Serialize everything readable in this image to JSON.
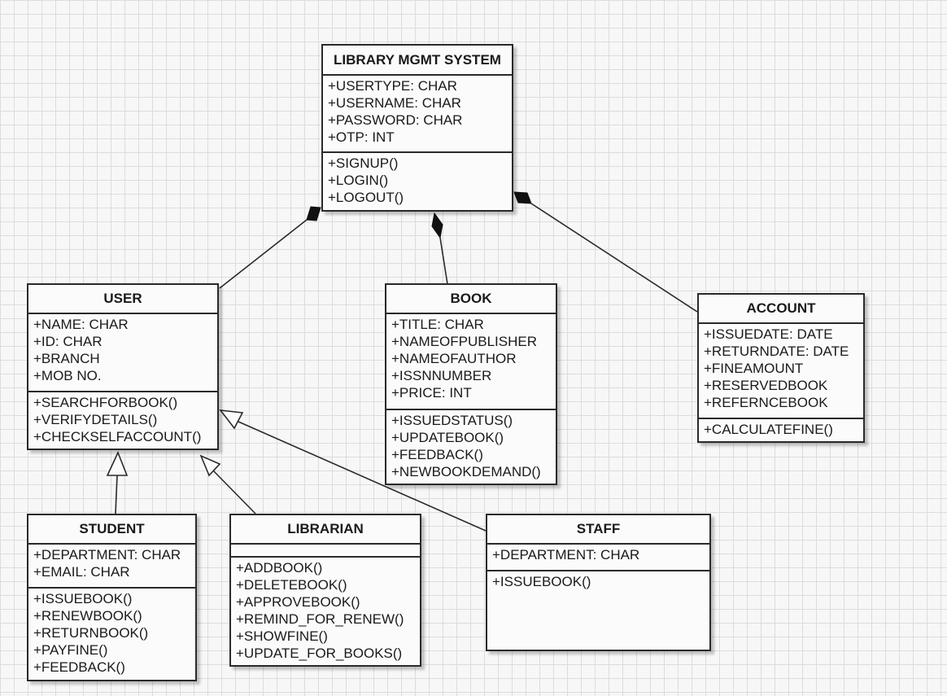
{
  "classes": {
    "library": {
      "name": "LIBRARY MGMT SYSTEM",
      "attributes": [
        "+USERTYPE: CHAR",
        "+USERNAME: CHAR",
        "+PASSWORD: CHAR",
        "+OTP: INT"
      ],
      "methods": [
        "+SIGNUP()",
        "+LOGIN()",
        "+LOGOUT()"
      ]
    },
    "user": {
      "name": "USER",
      "attributes": [
        "+NAME: CHAR",
        "+ID: CHAR",
        "+BRANCH",
        "+MOB NO."
      ],
      "methods": [
        "+SEARCHFORBOOK()",
        "+VERIFYDETAILS()",
        "+CHECKSELFACCOUNT()"
      ]
    },
    "book": {
      "name": "BOOK",
      "attributes": [
        "+TITLE: CHAR",
        "+NAMEOFPUBLISHER",
        "+NAMEOFAUTHOR",
        "+ISSNNUMBER",
        "+PRICE: INT"
      ],
      "methods": [
        "+ISSUEDSTATUS()",
        "+UPDATEBOOK()",
        "+FEEDBACK()",
        "+NEWBOOKDEMAND()"
      ]
    },
    "account": {
      "name": "ACCOUNT",
      "attributes": [
        "+ISSUEDATE: DATE",
        "+RETURNDATE: DATE",
        "+FINEAMOUNT",
        "+RESERVEDBOOK",
        "+REFERNCEBOOK"
      ],
      "methods": [
        "+CALCULATEFINE()"
      ]
    },
    "student": {
      "name": "STUDENT",
      "attributes": [
        "+DEPARTMENT: CHAR",
        "+EMAIL: CHAR"
      ],
      "methods": [
        "+ISSUEBOOK()",
        "+RENEWBOOK()",
        "+RETURNBOOK()",
        "+PAYFINE()",
        "+FEEDBACK()"
      ]
    },
    "librarian": {
      "name": "LIBRARIAN",
      "attributes": [],
      "methods": [
        "+ADDBOOK()",
        "+DELETEBOOK()",
        "+APPROVEBOOK()",
        "+REMIND_FOR_RENEW()",
        "+SHOWFINE()",
        "+UPDATE_FOR_BOOKS()"
      ]
    },
    "staff": {
      "name": "STAFF",
      "attributes": [
        "+DEPARTMENT: CHAR"
      ],
      "methods": [
        "+ISSUEBOOK()"
      ]
    }
  },
  "relations": [
    {
      "type": "composition",
      "whole": "LIBRARY MGMT SYSTEM",
      "part": "USER"
    },
    {
      "type": "composition",
      "whole": "LIBRARY MGMT SYSTEM",
      "part": "BOOK"
    },
    {
      "type": "composition",
      "whole": "LIBRARY MGMT SYSTEM",
      "part": "ACCOUNT"
    },
    {
      "type": "generalization",
      "child": "STUDENT",
      "parent": "USER"
    },
    {
      "type": "generalization",
      "child": "LIBRARIAN",
      "parent": "USER"
    },
    {
      "type": "generalization",
      "child": "STAFF",
      "parent": "USER"
    }
  ]
}
